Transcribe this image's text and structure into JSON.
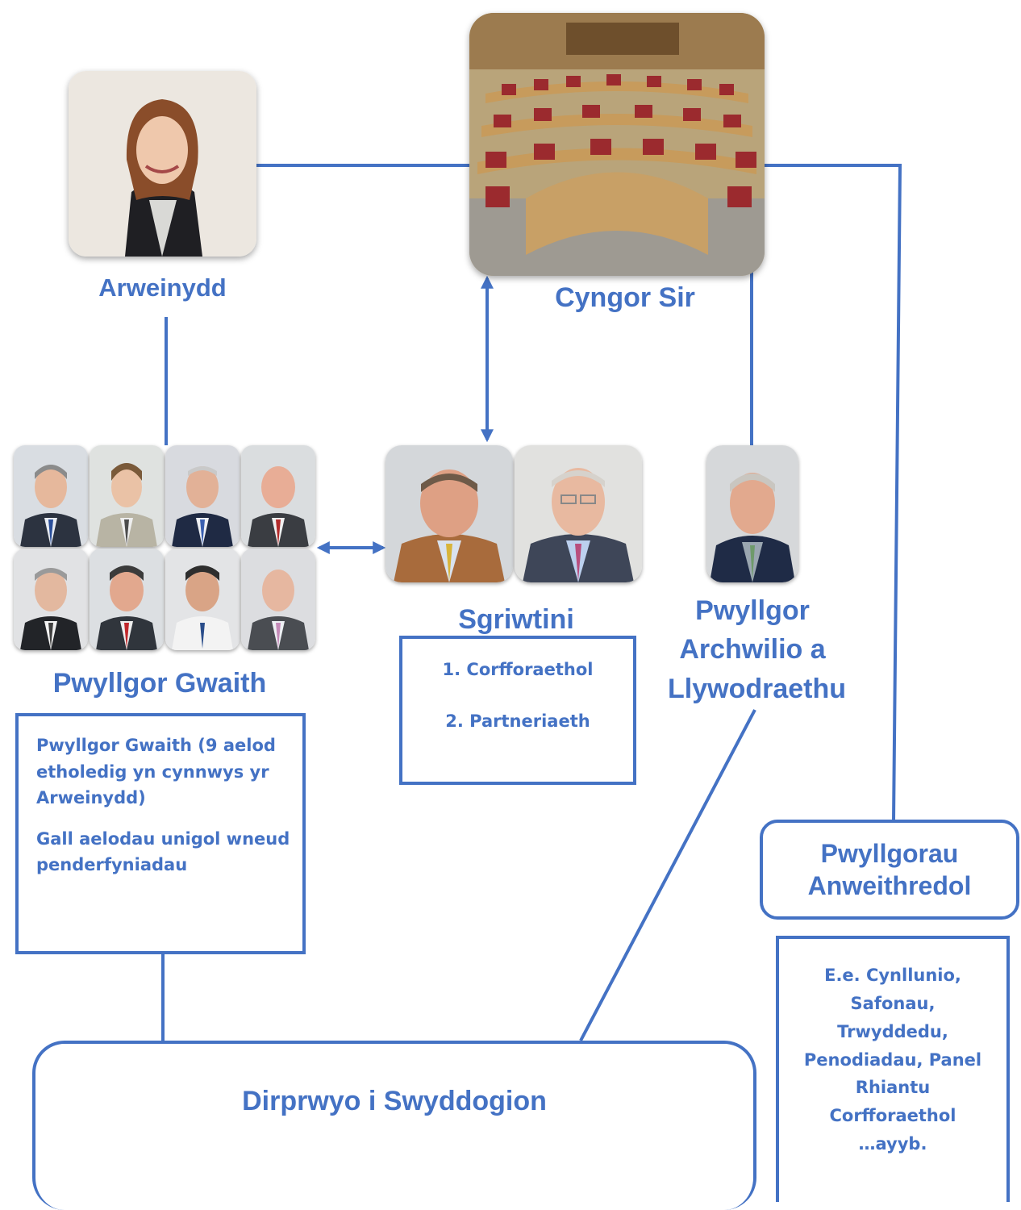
{
  "nodes": {
    "leader": {
      "label": "Arweinydd"
    },
    "council": {
      "label": "Cyngor Sir"
    },
    "executive": {
      "label": "Pwyllgor Gwaith",
      "details": [
        "Pwyllgor Gwaith (9 aelod etholedig yn cynnwys yr Arweinydd)",
        "Gall aelodau unigol wneud penderfyniadau"
      ]
    },
    "scrutiny": {
      "label": "Sgriwtini",
      "items": [
        "1. Corfforaethol",
        "2. Partneriaeth"
      ]
    },
    "audit": {
      "label_lines": [
        "Pwyllgor",
        "Archwilio a",
        "Llywodraethu"
      ]
    },
    "non_executive": {
      "label_lines": [
        "Pwyllgorau",
        "Anweithredol"
      ],
      "details_lines": [
        "E.e. Cynllunio,",
        "Safonau,",
        "Trwyddedu,",
        "Penodiadau, Panel",
        "Rhiantu",
        "Corfforaethol",
        "…ayyb."
      ]
    },
    "officers": {
      "label": "Dirprwyo i Swyddogion"
    }
  },
  "colors": {
    "accent": "#4472c4"
  }
}
